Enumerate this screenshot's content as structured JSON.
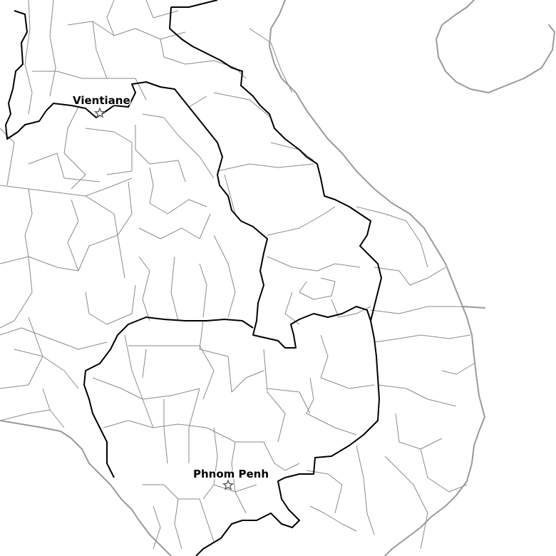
{
  "map": {
    "cities": [
      {
        "id": "vientiane",
        "label": "Vientiane",
        "capital": true
      },
      {
        "id": "phnom-penh",
        "label": "Phnom Penh",
        "capital": true
      }
    ],
    "colors": {
      "background": "#ffffff",
      "national_border": "#000000",
      "admin_border": "#8a8a8a",
      "coastline": "#9a9a9a",
      "capital_marker": "#555555"
    },
    "icons": {
      "capital_marker": "star-icon"
    }
  }
}
